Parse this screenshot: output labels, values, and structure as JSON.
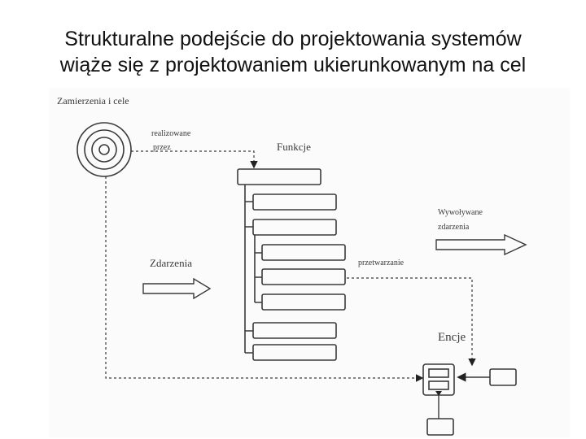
{
  "slide": {
    "title_line_1": "Strukturalne podejście do projektowania systemów",
    "title_line_2": "wiąże się z projektowaniem ukierunkowanym na cel"
  },
  "diagram": {
    "goals_label": "Zamierzenia i cele",
    "realized_label": "realizowane",
    "by_label": "przez",
    "functions_label": "Funkcje",
    "events_label": "Zdarzenia",
    "processing_label": "przetwarzanie",
    "triggered_label_1": "Wywoływane",
    "triggered_label_2": "zdarzenia",
    "entities_label": "Encje"
  },
  "colors": {
    "ink": "#3a3a3a",
    "arrow_marker": "#222222"
  }
}
